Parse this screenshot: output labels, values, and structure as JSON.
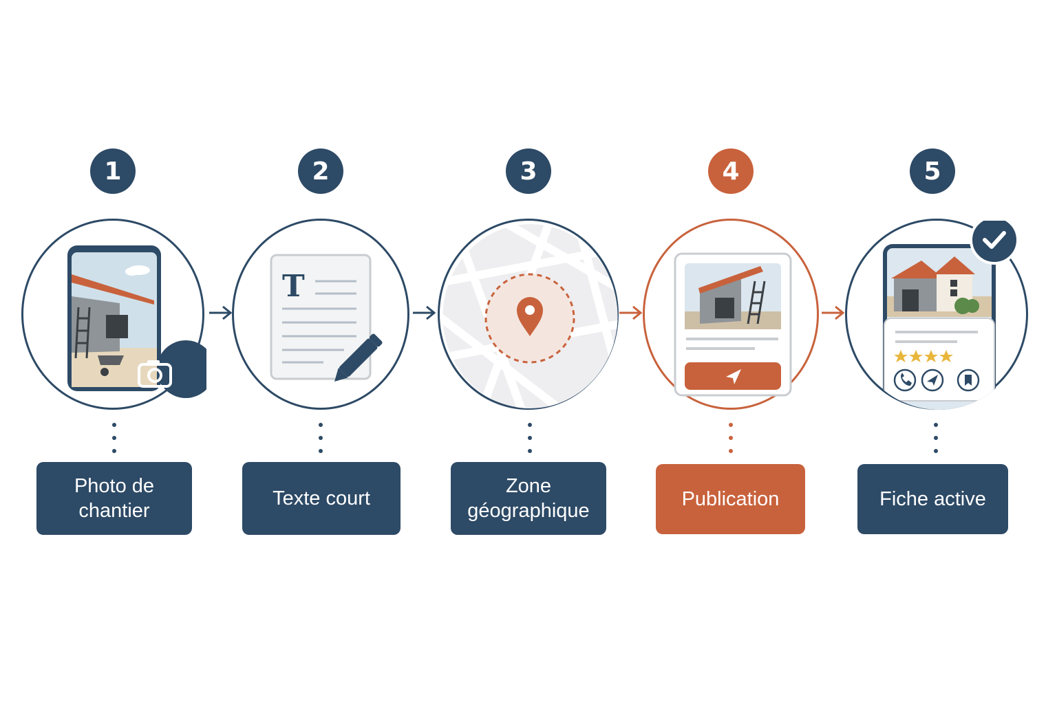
{
  "colors": {
    "navy": "#2d4a66",
    "orange": "#c8623c",
    "light": "#eef0f3"
  },
  "steps": [
    {
      "number": "1",
      "label": "Photo de chantier",
      "icon": "camera-icon"
    },
    {
      "number": "2",
      "label": "Texte court",
      "icon": "pencil-icon"
    },
    {
      "number": "3",
      "label": "Zone géographique",
      "icon": "map-pin-icon"
    },
    {
      "number": "4",
      "label": "Publication",
      "icon": "send-icon"
    },
    {
      "number": "5",
      "label": "Fiche active",
      "icon": "check-icon"
    }
  ]
}
